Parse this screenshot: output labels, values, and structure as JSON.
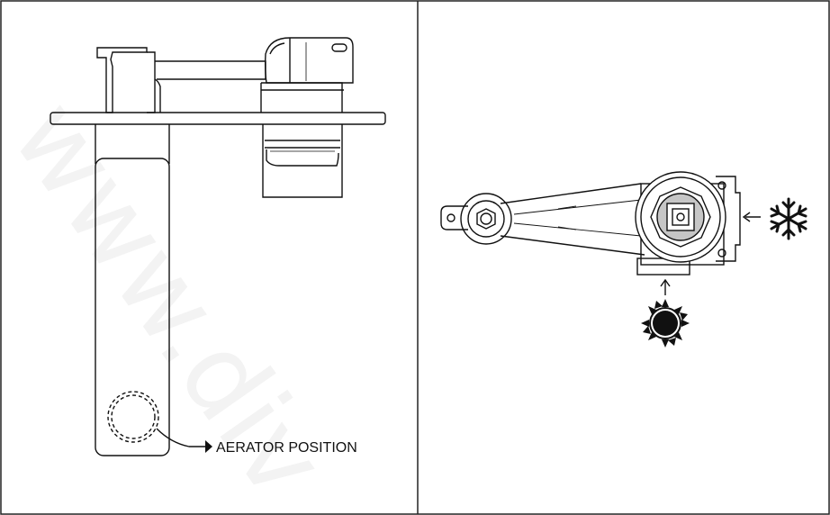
{
  "left_panel": {
    "view": "side-elevation",
    "callout": {
      "label": "AERATOR POSITION"
    }
  },
  "right_panel": {
    "view": "top-plan",
    "inlets": [
      {
        "supply": "cold",
        "icon": "snowflake-icon"
      },
      {
        "supply": "hot",
        "icon": "sun-icon"
      }
    ]
  },
  "watermark": {
    "text": "www.div"
  },
  "colors": {
    "line": "#111111",
    "frame": "#222222",
    "cartridge_fill": "#c6c6c6",
    "background": "#ffffff"
  }
}
